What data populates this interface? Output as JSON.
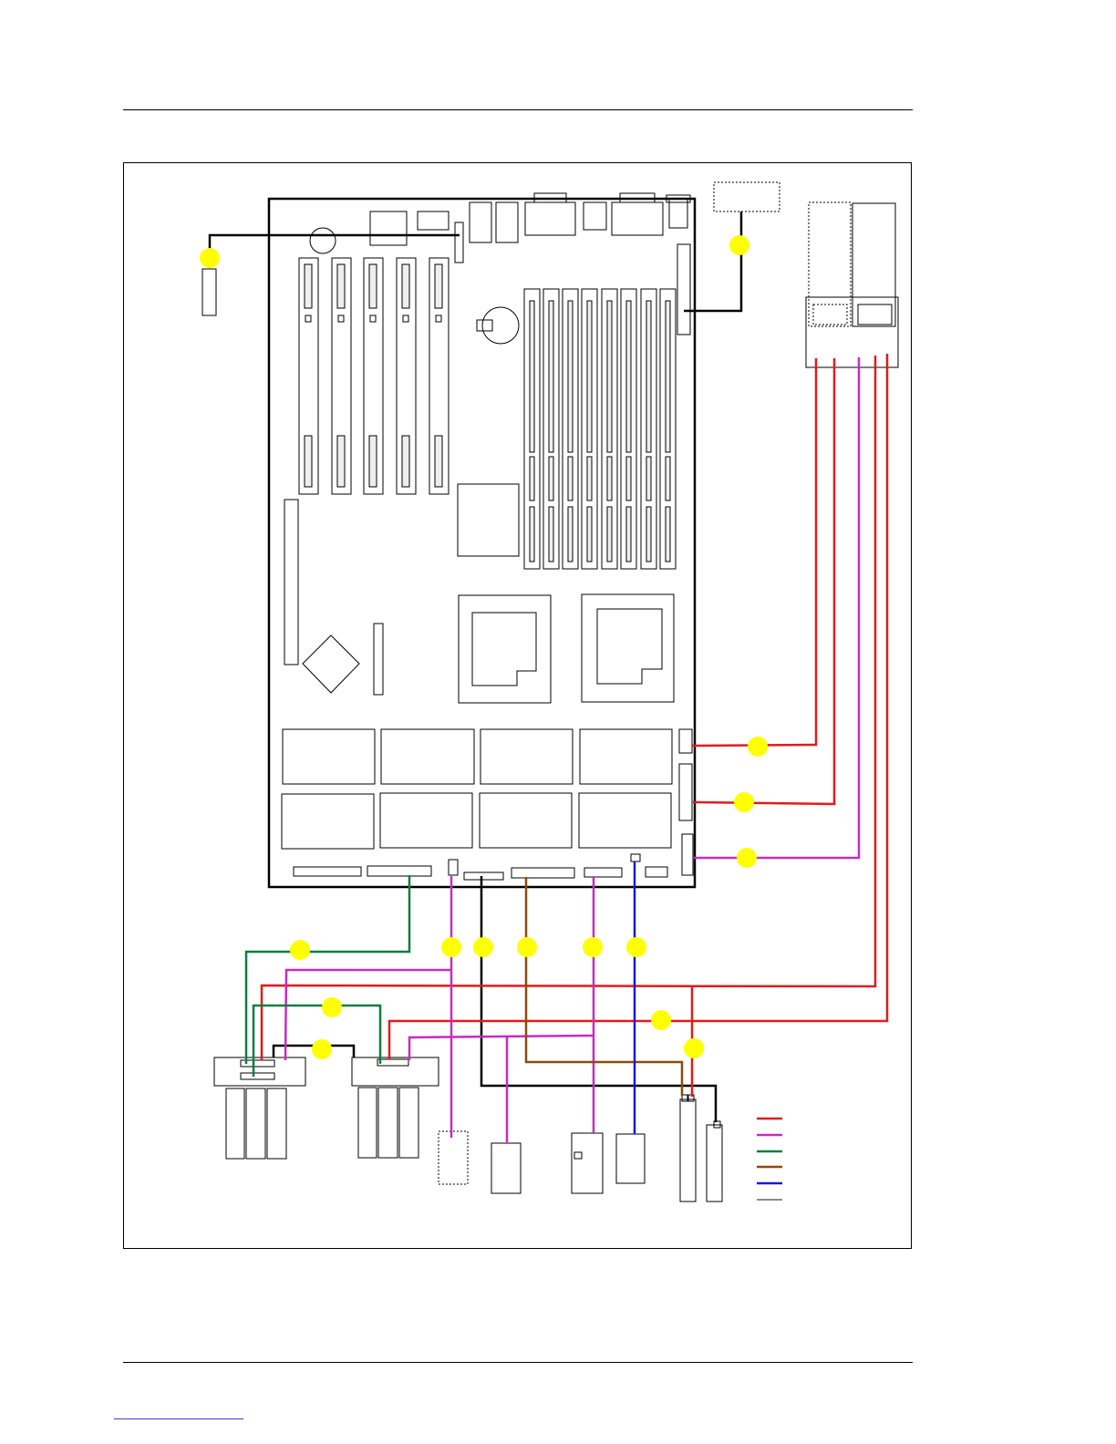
{
  "page": {
    "header_rule": "",
    "footer_rule": ""
  },
  "colors": {
    "frame": "#000000",
    "board_outline": "#000000",
    "callout_marker": "#ffff00",
    "cable_red": "#e21b1b",
    "cable_magenta": "#c42cc4",
    "cable_green": "#0f7d3f",
    "cable_brown": "#8a4a10",
    "cable_blue": "#1a1acc",
    "cable_black": "#000000",
    "cable_gray": "#666666",
    "footer_link": "#3b3bd6"
  },
  "diagram": {
    "title": "",
    "callouts": [
      {
        "name": "callout-1",
        "label": ""
      },
      {
        "name": "callout-2",
        "label": ""
      },
      {
        "name": "callout-3",
        "label": ""
      },
      {
        "name": "callout-4",
        "label": ""
      },
      {
        "name": "callout-5",
        "label": ""
      },
      {
        "name": "callout-6",
        "label": ""
      },
      {
        "name": "callout-7",
        "label": ""
      },
      {
        "name": "callout-8",
        "label": ""
      },
      {
        "name": "callout-9",
        "label": ""
      },
      {
        "name": "callout-10",
        "label": ""
      },
      {
        "name": "callout-11",
        "label": ""
      },
      {
        "name": "callout-12",
        "label": ""
      },
      {
        "name": "callout-13",
        "label": ""
      },
      {
        "name": "callout-14",
        "label": ""
      },
      {
        "name": "callout-15",
        "label": ""
      },
      {
        "name": "callout-16",
        "label": ""
      }
    ],
    "legend": [
      {
        "color": "cable_red",
        "label": ""
      },
      {
        "color": "cable_magenta",
        "label": ""
      },
      {
        "color": "cable_green",
        "label": ""
      },
      {
        "color": "cable_brown",
        "label": ""
      },
      {
        "color": "cable_blue",
        "label": ""
      },
      {
        "color": "cable_gray",
        "label": ""
      }
    ]
  }
}
